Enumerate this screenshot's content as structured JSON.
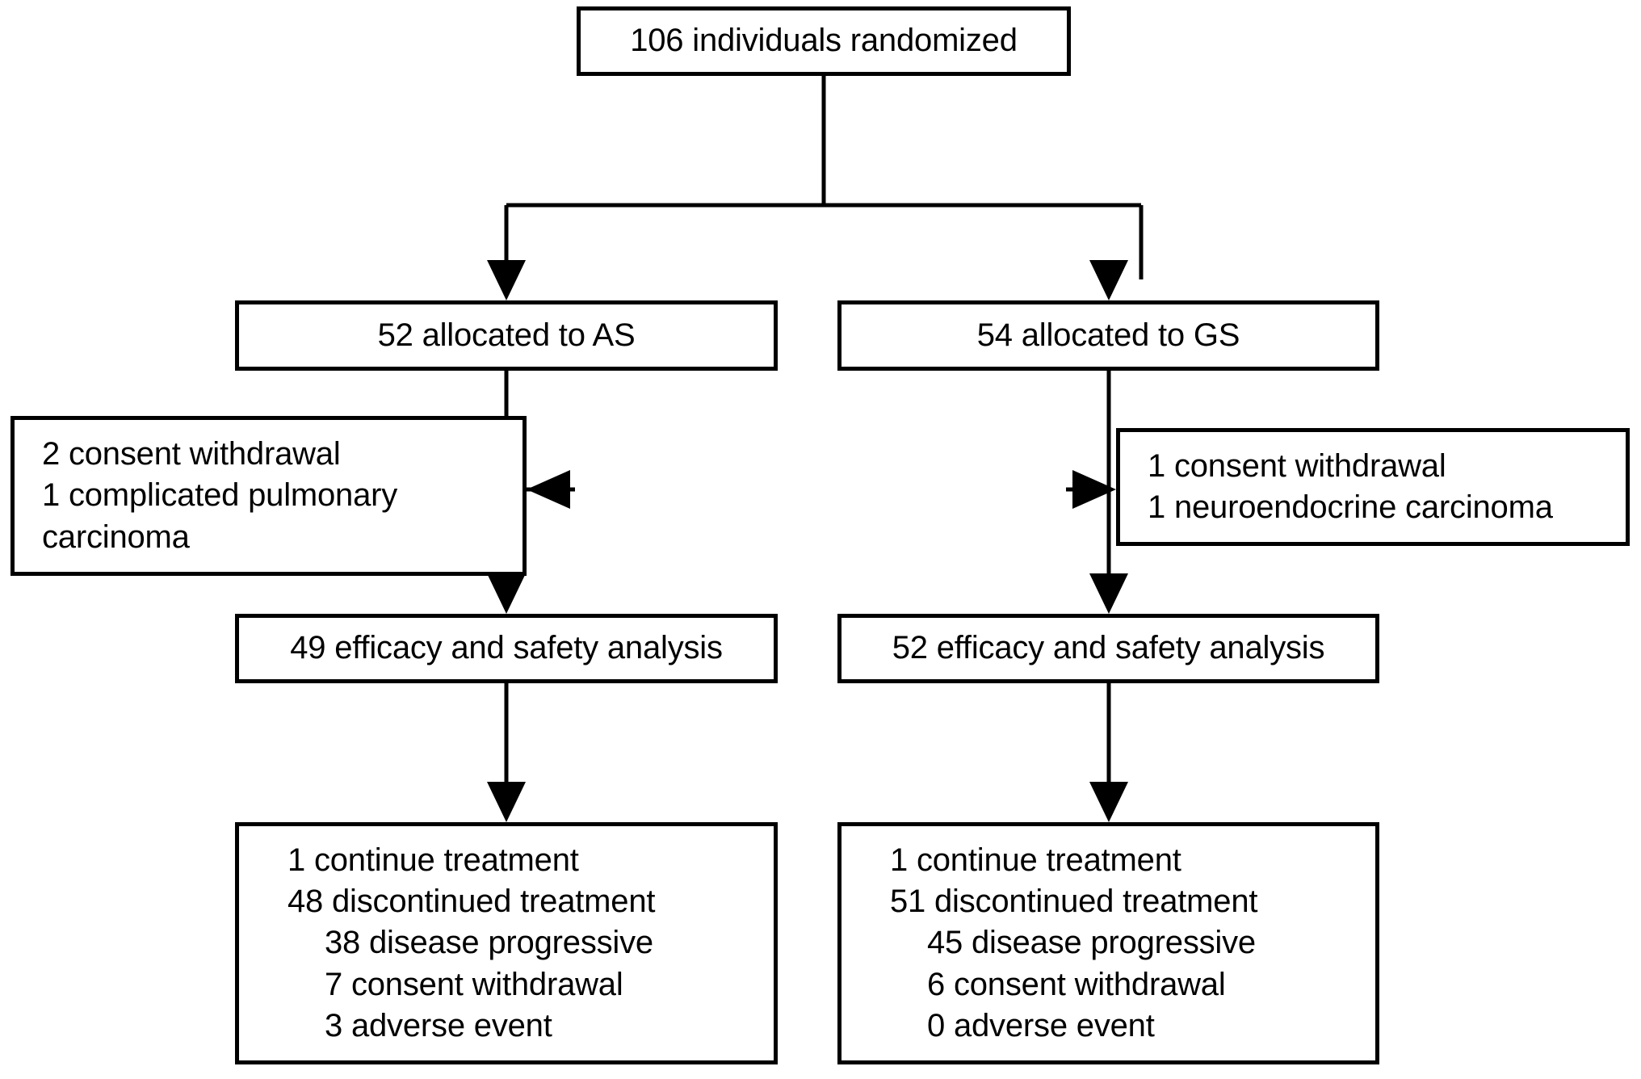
{
  "diagram": {
    "type": "consort-flow-diagram",
    "title": "CONSORT participant flow diagram",
    "colors": {
      "stroke": "#000000",
      "background": "#ffffff",
      "text": "#000000"
    },
    "nodes": {
      "randomized": {
        "id": "randomized",
        "lines": [
          "106 individuals randomized"
        ],
        "count": 106,
        "align": "center"
      },
      "allocated_as": {
        "id": "allocated-as",
        "lines": [
          "52 allocated to AS"
        ],
        "count": 52,
        "arm": "AS",
        "align": "center"
      },
      "allocated_gs": {
        "id": "allocated-gs",
        "lines": [
          "54 allocated to GS"
        ],
        "count": 54,
        "arm": "GS",
        "align": "center"
      },
      "excluded_as": {
        "id": "excluded-as",
        "lines": [
          "2 consent withdrawal",
          "1 complicated pulmonary carcinoma"
        ],
        "items": [
          {
            "count": 2,
            "reason": "consent withdrawal"
          },
          {
            "count": 1,
            "reason": "complicated pulmonary carcinoma"
          }
        ],
        "align": "left"
      },
      "excluded_gs": {
        "id": "excluded-gs",
        "lines": [
          "1 consent withdrawal",
          "1 neuroendocrine carcinoma"
        ],
        "items": [
          {
            "count": 1,
            "reason": "consent withdrawal"
          },
          {
            "count": 1,
            "reason": "neuroendocrine carcinoma"
          }
        ],
        "align": "left"
      },
      "analysis_as": {
        "id": "analysis-as",
        "lines": [
          "49 efficacy and safety analysis"
        ],
        "count": 49,
        "align": "center"
      },
      "analysis_gs": {
        "id": "analysis-gs",
        "lines": [
          "52 efficacy and safety analysis"
        ],
        "count": 52,
        "align": "center"
      },
      "outcome_as": {
        "id": "outcome-as",
        "lines": [
          "1 continue treatment",
          "48 discontinued treatment",
          "38 disease progressive",
          "7 consent withdrawal",
          "3 adverse event"
        ],
        "items": [
          {
            "count": 1,
            "label": "continue treatment",
            "indent": 0
          },
          {
            "count": 48,
            "label": "discontinued treatment",
            "indent": 0
          },
          {
            "count": 38,
            "label": "disease progressive",
            "indent": 1
          },
          {
            "count": 7,
            "label": "consent withdrawal",
            "indent": 1
          },
          {
            "count": 3,
            "label": "adverse event",
            "indent": 1
          }
        ],
        "align": "left"
      },
      "outcome_gs": {
        "id": "outcome-gs",
        "lines": [
          "1 continue treatment",
          "51 discontinued treatment",
          "45 disease progressive",
          "6 consent withdrawal",
          "0 adverse event"
        ],
        "items": [
          {
            "count": 1,
            "label": "continue treatment",
            "indent": 0
          },
          {
            "count": 51,
            "label": "discontinued treatment",
            "indent": 0
          },
          {
            "count": 45,
            "label": "disease progressive",
            "indent": 1
          },
          {
            "count": 6,
            "label": "consent withdrawal",
            "indent": 1
          },
          {
            "count": 0,
            "label": "adverse event",
            "indent": 1
          }
        ],
        "align": "left"
      }
    },
    "edges": [
      {
        "from": "randomized",
        "to": "allocated_as",
        "style": "elbow-down",
        "arrow": "down"
      },
      {
        "from": "randomized",
        "to": "allocated_gs",
        "style": "elbow-down",
        "arrow": "down"
      },
      {
        "from": "allocated_as",
        "to": "analysis_as",
        "style": "straight",
        "arrow": "down"
      },
      {
        "from": "allocated_gs",
        "to": "analysis_gs",
        "style": "straight",
        "arrow": "down"
      },
      {
        "from": "allocated_as",
        "to": "excluded_as",
        "style": "branch",
        "arrow": "left"
      },
      {
        "from": "allocated_gs",
        "to": "excluded_gs",
        "style": "branch",
        "arrow": "right"
      },
      {
        "from": "analysis_as",
        "to": "outcome_as",
        "style": "straight",
        "arrow": "down"
      },
      {
        "from": "analysis_gs",
        "to": "outcome_gs",
        "style": "straight",
        "arrow": "down"
      }
    ]
  }
}
